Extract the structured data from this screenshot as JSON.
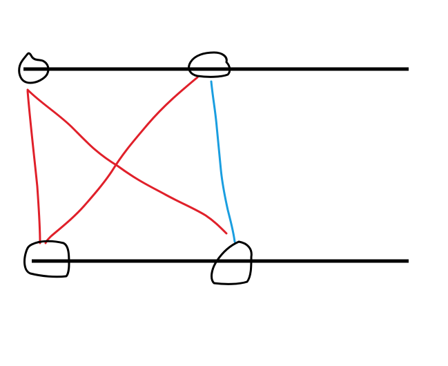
{
  "diagram": {
    "background": "#ffffff",
    "stroke_colors": {
      "rails_and_nodes": "#000000",
      "red_links": "#e0202a",
      "blue_link": "#1a9ee0"
    },
    "rails": [
      {
        "name": "top-rail"
      },
      {
        "name": "bottom-rail"
      }
    ],
    "nodes": [
      {
        "name": "top-left-node",
        "rail": "top-rail",
        "order": 1
      },
      {
        "name": "top-right-node",
        "rail": "top-rail",
        "order": 2
      },
      {
        "name": "bottom-left-node",
        "rail": "bottom-rail",
        "order": 1
      },
      {
        "name": "bottom-right-node",
        "rail": "bottom-rail",
        "order": 2
      }
    ],
    "links": [
      {
        "from": "top-left-node",
        "to": "bottom-left-node",
        "color": "red"
      },
      {
        "from": "top-left-node",
        "to": "bottom-right-node",
        "color": "red"
      },
      {
        "from": "top-right-node",
        "to": "bottom-left-node",
        "color": "red"
      },
      {
        "from": "top-right-node",
        "to": "bottom-right-node",
        "color": "blue"
      }
    ]
  }
}
